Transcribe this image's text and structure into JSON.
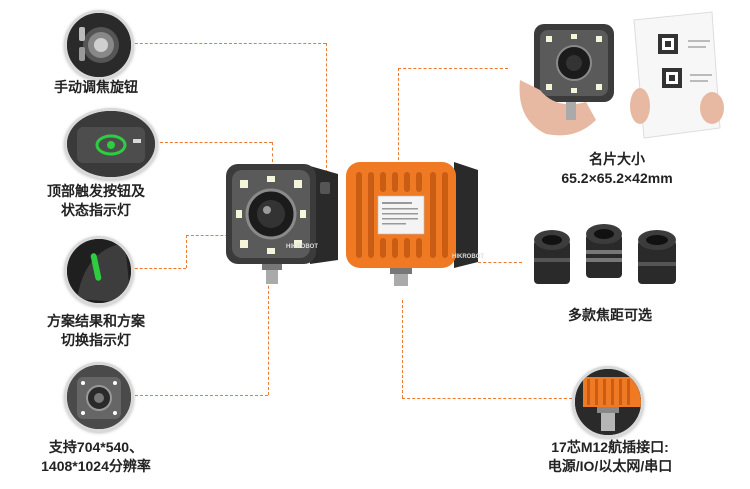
{
  "features": {
    "focus_knob": "手动调焦旋钮",
    "top_trigger_line1": "顶部触发按钮及",
    "top_trigger_line2": "状态指示灯",
    "scheme_line1": "方案结果和方案",
    "scheme_line2": "切换指示灯",
    "resolution_line1": "支持704*540、",
    "resolution_line2": "1408*1024分辨率",
    "size_line1": "名片大小",
    "size_line2": "65.2×65.2×42mm",
    "lenses": "多款焦距可选",
    "connector_line1": "17芯M12航插接口:",
    "connector_line2": "电源/IO/以太网/串口"
  },
  "brand": {
    "logo_front": "HIKROBOT",
    "logo_side": "HIKROBOT"
  },
  "colors": {
    "accent_orange": "#ee7a2f",
    "camera_dark": "#2f2f2f",
    "housing_orange": "#f07a24",
    "indicator_green": "#2ecc40"
  }
}
